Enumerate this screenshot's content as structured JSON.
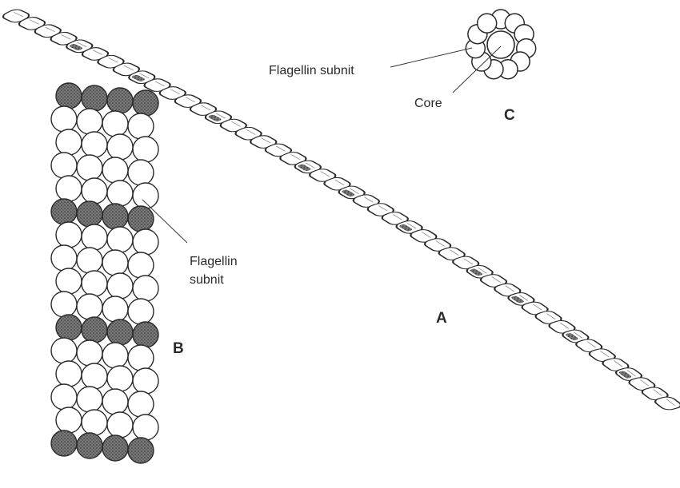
{
  "panels": {
    "a": {
      "label": "A"
    },
    "b": {
      "label": "B",
      "subunit_label_line1": "Flagellin",
      "subunit_label_line2": "subnit"
    },
    "c": {
      "label": "C",
      "subunit_label": "Flagellin subnit",
      "core_label": "Core"
    }
  },
  "colors": {
    "ink": "#2a2a2a",
    "background": "#ffffff",
    "shaded_subunit": "#6a6a6a"
  }
}
